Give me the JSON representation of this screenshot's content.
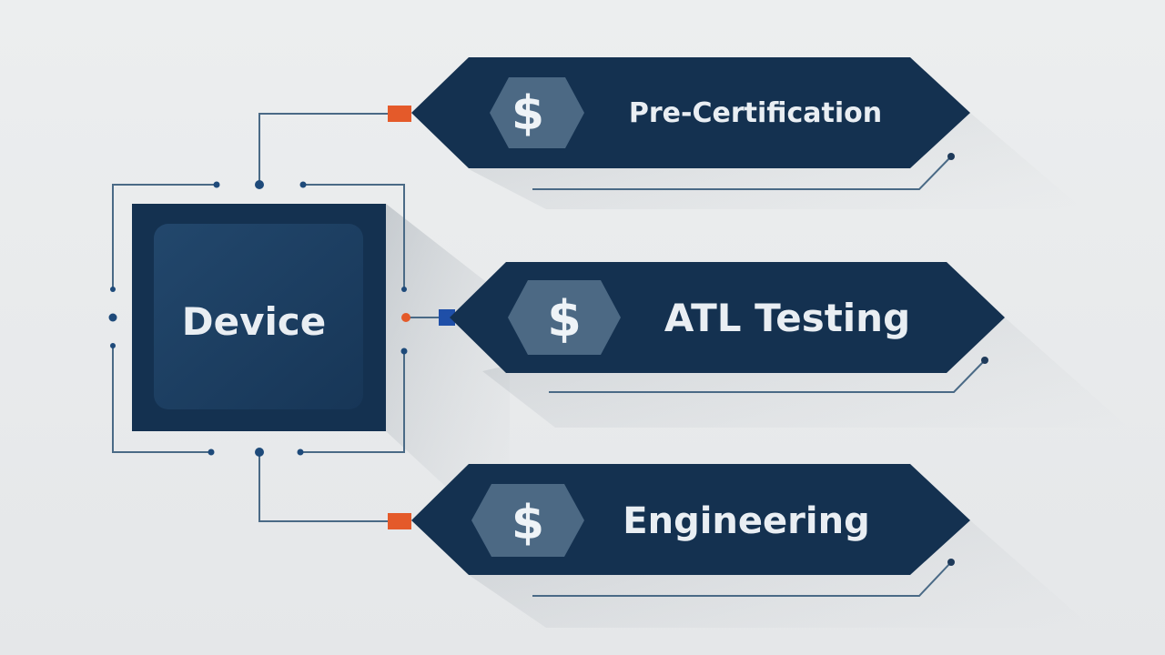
{
  "device": {
    "label": "Device"
  },
  "branches": [
    {
      "label": "Pre-Certification",
      "icon": "dollar-icon",
      "symbol": "$"
    },
    {
      "label": "ATL Testing",
      "icon": "dollar-icon",
      "symbol": "$"
    },
    {
      "label": "Engineering",
      "icon": "dollar-icon",
      "symbol": "$"
    }
  ],
  "colors": {
    "background": "#e8e9eb",
    "navy": "#143150",
    "navy_inner": "#1c3d5e",
    "icon_hex": "#4c6984",
    "connector": "#4a6a86",
    "accent_orange": "#e45a2a",
    "accent_blue": "#1f4fa8"
  }
}
